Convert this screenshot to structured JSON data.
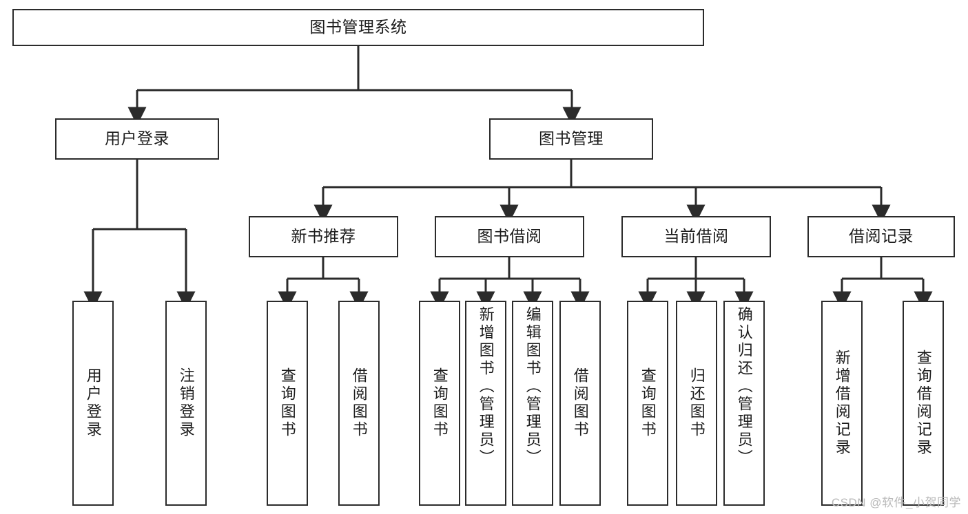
{
  "diagram": {
    "title": "图书管理系统",
    "type": "tree-hierarchy-diagram",
    "root": {
      "label": "图书管理系统"
    },
    "level2": [
      {
        "label": "用户登录"
      },
      {
        "label": "图书管理"
      }
    ],
    "level3": [
      {
        "label": "新书推荐"
      },
      {
        "label": "图书借阅"
      },
      {
        "label": "当前借阅"
      },
      {
        "label": "借阅记录"
      }
    ],
    "leaves": {
      "user_login": [
        {
          "label": "用户登录"
        },
        {
          "label": "注销登录"
        }
      ],
      "new_book_recommend": [
        {
          "label": "查询图书"
        },
        {
          "label": "借阅图书"
        }
      ],
      "book_borrow": [
        {
          "label": "查询图书"
        },
        {
          "label": "新增图书（管理员）"
        },
        {
          "label": "编辑图书（管理员）"
        },
        {
          "label": "借阅图书"
        }
      ],
      "current_borrow": [
        {
          "label": "查询图书"
        },
        {
          "label": "归还图书"
        },
        {
          "label": "确认归还（管理员）"
        }
      ],
      "borrow_record": [
        {
          "label": "新增借阅记录"
        },
        {
          "label": "查询借阅记录"
        }
      ]
    }
  },
  "watermark": {
    "text": "CSDN @软件_小贺同学"
  },
  "colors": {
    "stroke": "#2b2b2b",
    "fill": "#ffffff",
    "text": "#1b1b1b",
    "watermark": "#b9b9b9"
  }
}
